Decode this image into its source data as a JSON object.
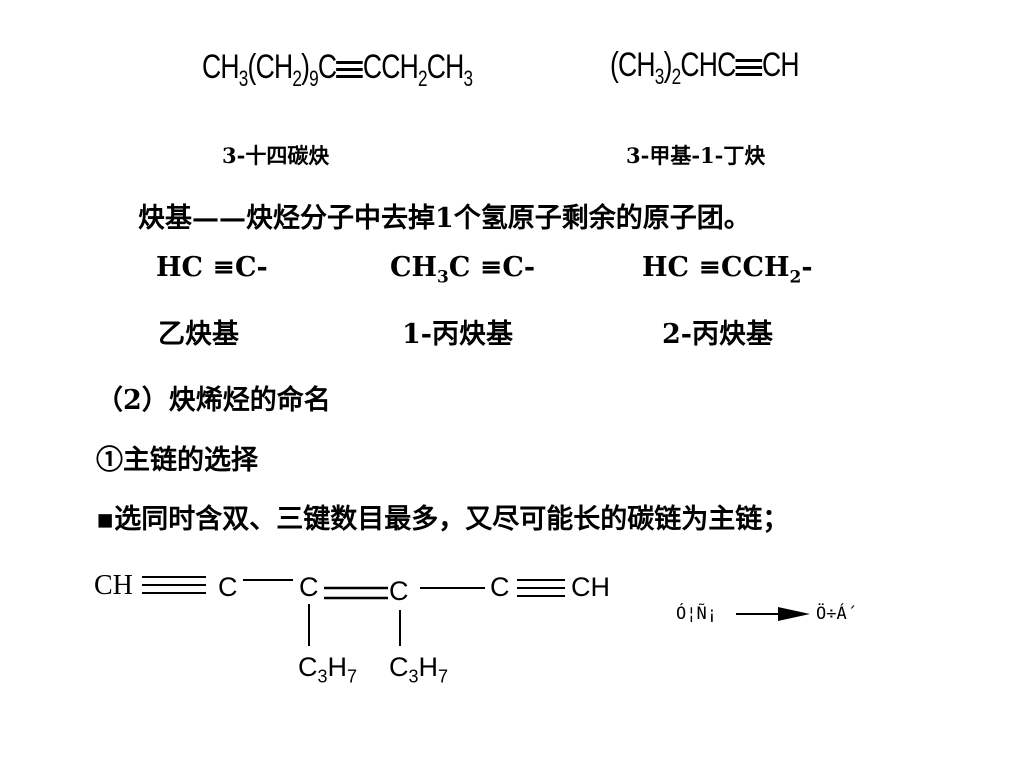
{
  "examples": [
    {
      "formula_left": "CH3(CH2)9C",
      "formula_right": "CCH2CH3",
      "name": "3-十四碳炔"
    },
    {
      "formula_left": "(CH3)2CHC",
      "formula_right": "CH",
      "name": "3-甲基-1-丁炔"
    }
  ],
  "definition": "炔基——炔烃分子中去掉1个氢原子剩余的原子团。",
  "alkynyl_groups": [
    {
      "formula": "HC ≡C-",
      "name": "乙炔基"
    },
    {
      "formula": "CH3C ≡C-",
      "name": "1-丙炔基"
    },
    {
      "formula": "HC ≡CCH2-",
      "name": "2-丙炔基"
    }
  ],
  "section_title": "（2）炔烯烃的命名",
  "subsection_title": "①主链的选择",
  "rule": "▪选同时含双、三键数目最多，又尽可能长的碳链为主链；",
  "structure": {
    "atoms": [
      "CH",
      "C",
      "C",
      "C",
      "C",
      "CH"
    ],
    "substituents": [
      "C3H7",
      "C3H7"
    ]
  },
  "annotation": {
    "left": "Ó¦Ñ¡",
    "right": "Ö÷Á´"
  }
}
